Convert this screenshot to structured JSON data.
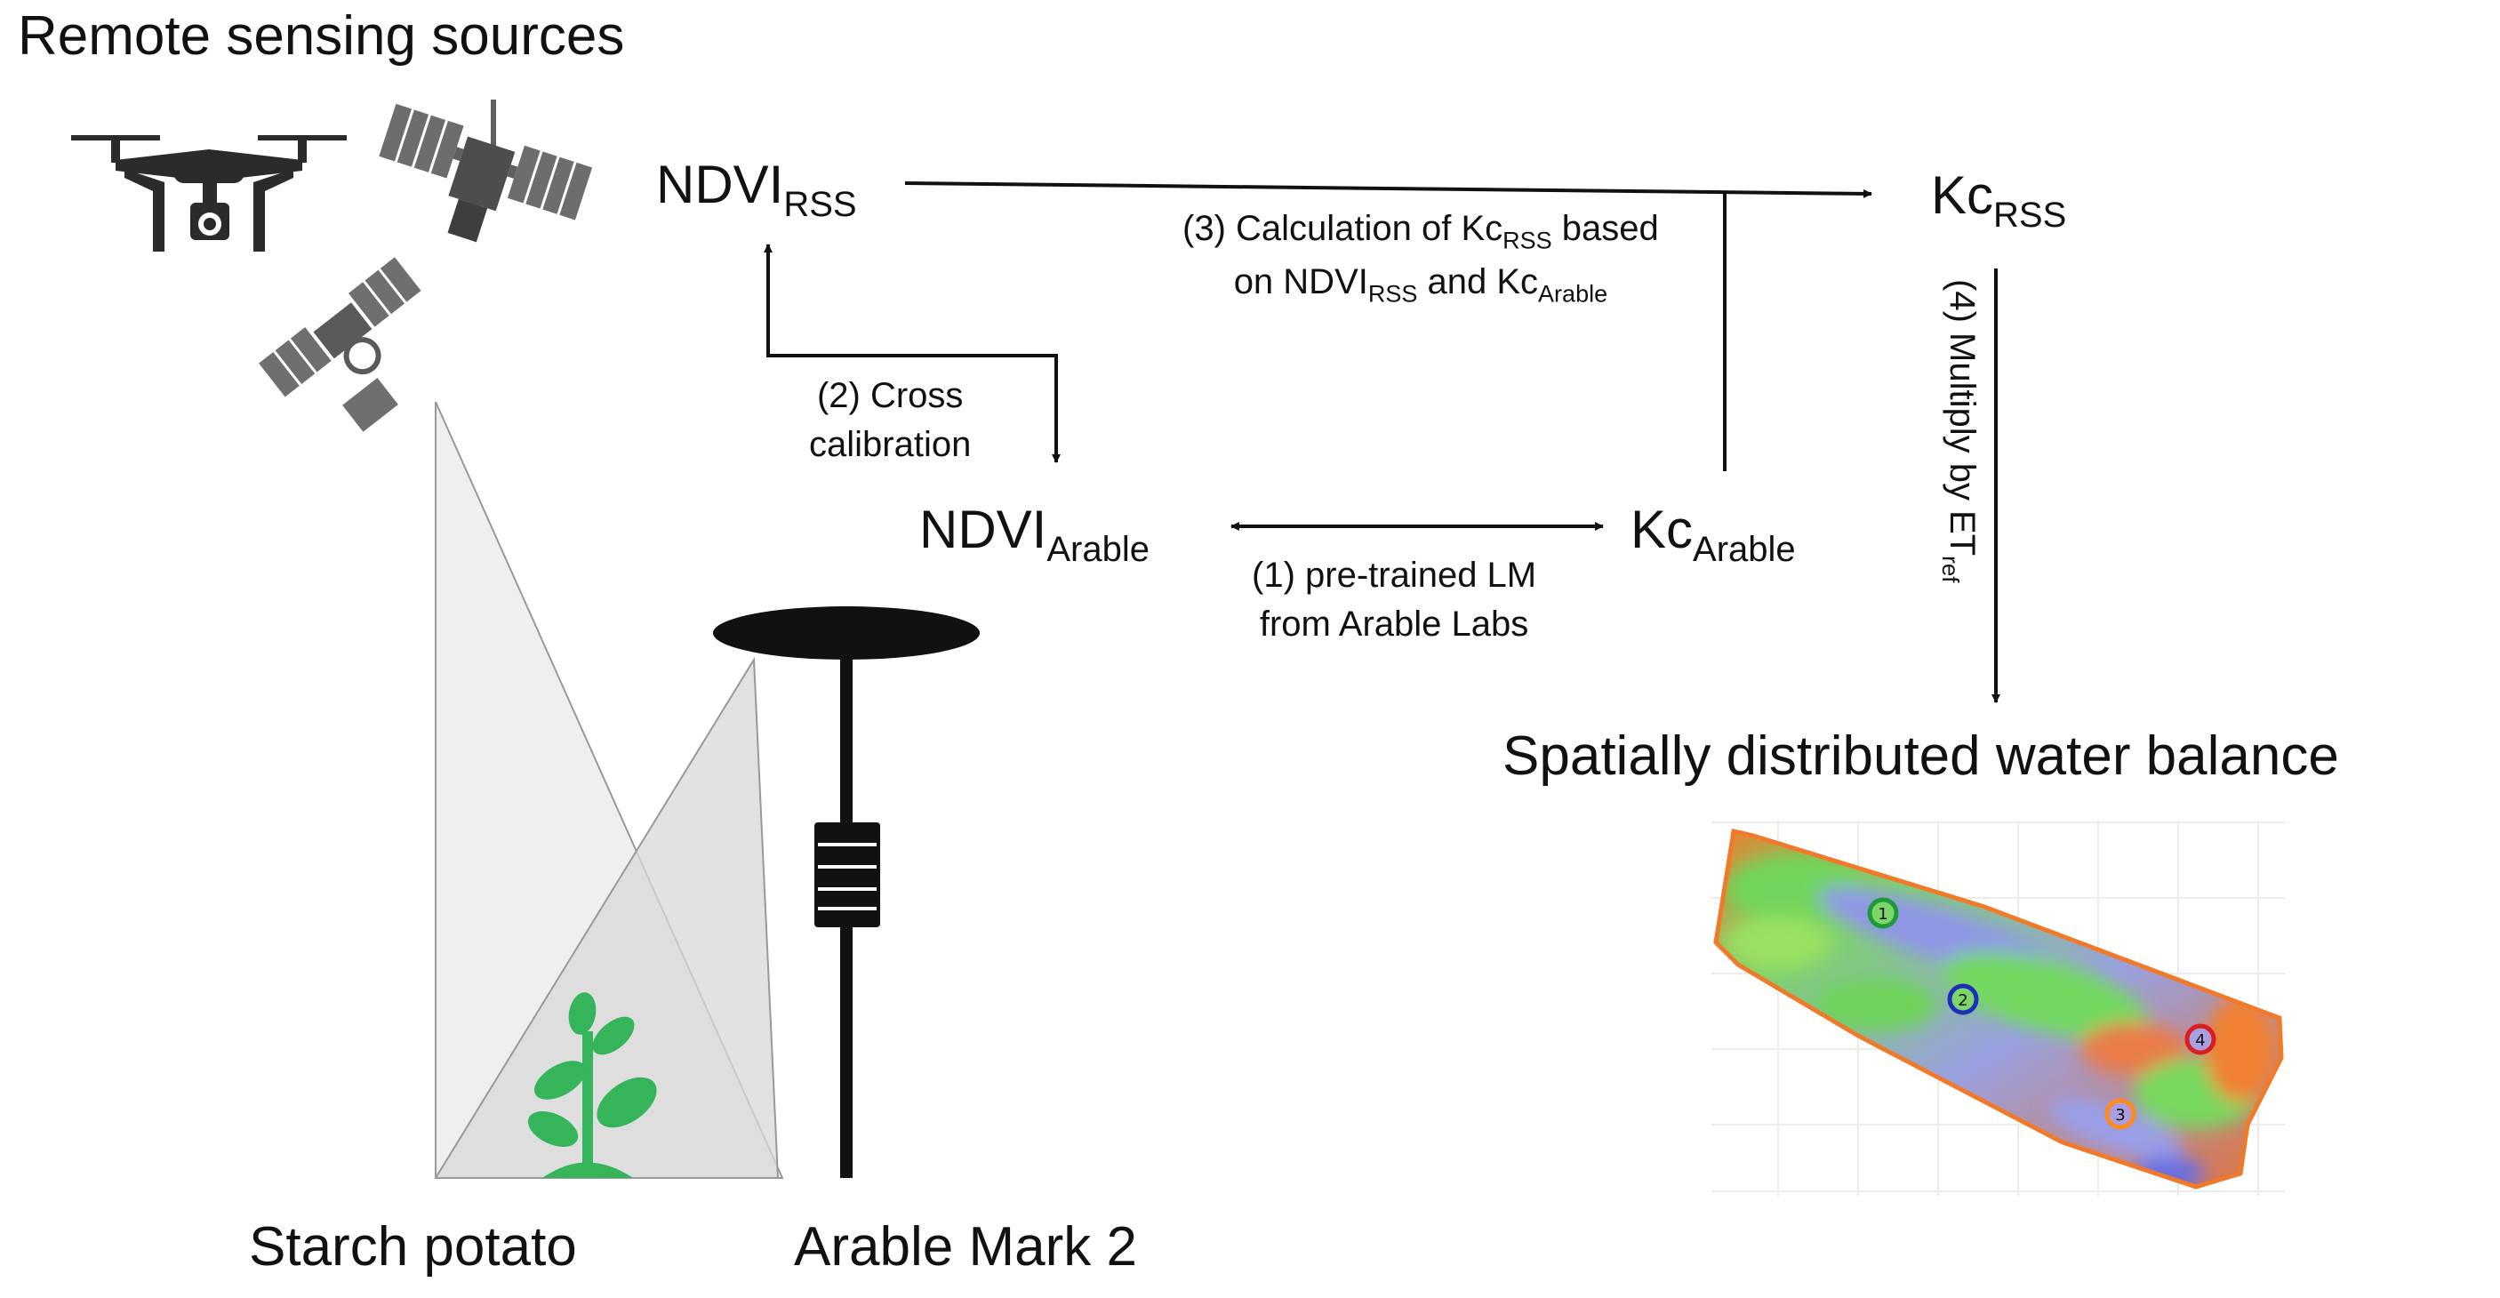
{
  "title": "Remote sensing sources",
  "nodes": {
    "ndvi_rss": {
      "base": "NDVI",
      "sub": "RSS"
    },
    "kc_rss": {
      "base": "Kc",
      "sub": "RSS"
    },
    "ndvi_arable": {
      "base": "NDVI",
      "sub": "Arable"
    },
    "kc_arable": {
      "base": "Kc",
      "sub": "Arable"
    }
  },
  "steps": {
    "step1": {
      "line1": "(1) pre-trained LM",
      "line2": "from Arable Labs"
    },
    "step2": {
      "line1": "(2) Cross",
      "line2": "calibration"
    },
    "step3": {
      "line1_pre": "(3) Calculation of Kc",
      "line1_sub": "RSS",
      "line1_post": " based",
      "line2_pre": "on NDVI",
      "line2_sub1": "RSS",
      "line2_mid": " and Kc",
      "line2_sub2": "Arable"
    },
    "step4": {
      "pre": "(4) Multiply by ET",
      "sub": "ref"
    }
  },
  "output_title": "Spatially distributed water balance",
  "map_markers": [
    "1",
    "2",
    "3",
    "4"
  ],
  "bottom_labels": {
    "crop": "Starch potato",
    "sensor": "Arable Mark 2"
  },
  "colors": {
    "icon": "#2b2b2b",
    "satellite_gray": "#6f6f6f",
    "plant": "#35b45a",
    "marker_1": "#1f9a3a",
    "marker_2": "#1d2fb8",
    "marker_3": "#ff8a1e",
    "marker_4": "#d81e1e"
  }
}
